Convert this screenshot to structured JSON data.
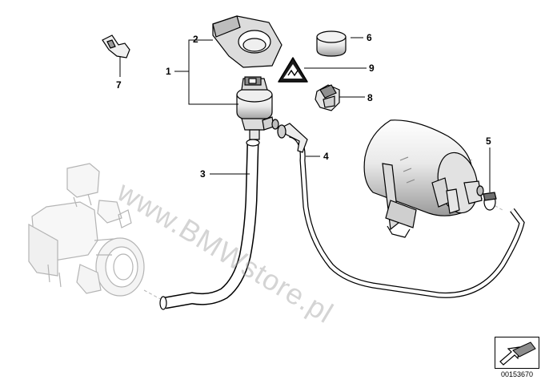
{
  "diagram": {
    "watermark": "www.BMWstore.pl",
    "reference_number": "00153670",
    "callouts": {
      "c1": "1",
      "c2": "2",
      "c3": "3",
      "c4": "4",
      "c5": "5",
      "c6": "6",
      "c7": "7",
      "c8": "8",
      "c9": "9"
    },
    "colors": {
      "line": "#000000",
      "part_fill_light": "#f2f2f2",
      "part_fill_mid": "#dcdcdc",
      "part_fill_dark": "#8c8c8c",
      "ghost": "#b4b4b4",
      "watermark": "#a0a0a0"
    }
  }
}
